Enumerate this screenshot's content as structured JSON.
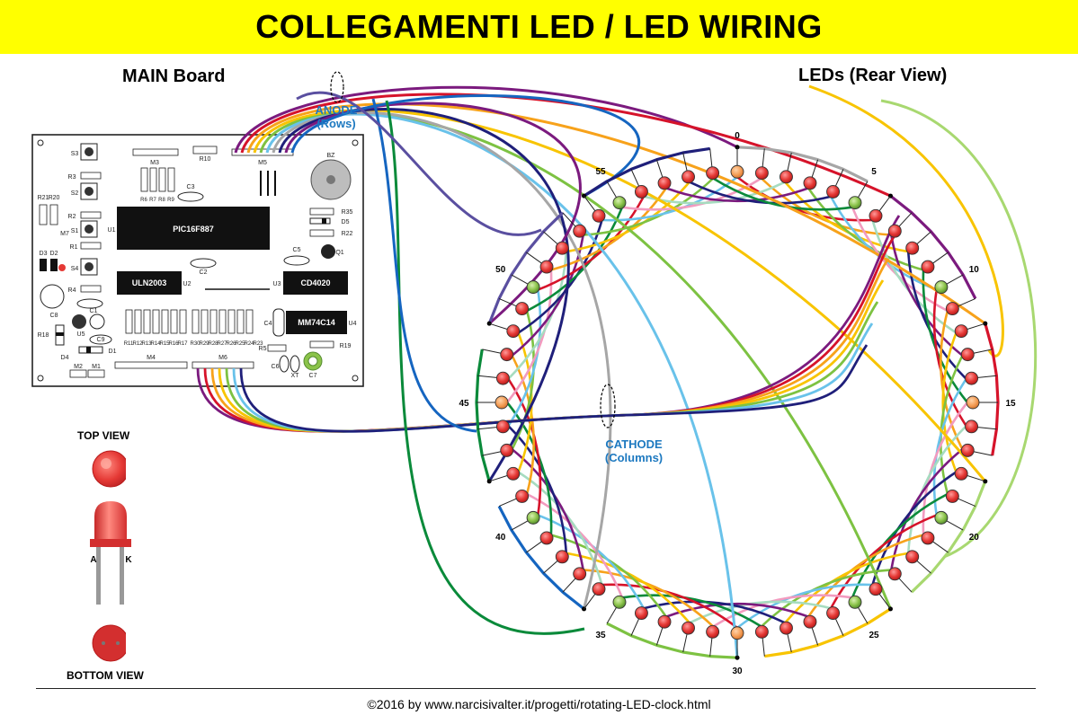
{
  "title": "COLLEGAMENTI LED / LED WIRING",
  "main_board_label": "MAIN Board",
  "leds_label": "LEDs (Rear View)",
  "anode": {
    "line1": "ANODE",
    "line2": "(Rows)"
  },
  "cathode": {
    "line1": "CATHODE",
    "line2": "(Columns)"
  },
  "top_view": "TOP VIEW",
  "bottom_view": "BOTTOM VIEW",
  "led_pins": {
    "anode": "A",
    "cathode": "K"
  },
  "led_numbers": [
    "0",
    "5",
    "10",
    "15",
    "20",
    "25",
    "30",
    "35",
    "40",
    "45",
    "50",
    "55"
  ],
  "board_components": {
    "mcu": "PIC16F887",
    "driver": "ULN2003",
    "counter": "CD4020",
    "inverter": "MM74C14",
    "buzzer": "BZ",
    "switches": [
      "S3",
      "S2",
      "S1",
      "S4"
    ],
    "small_labels": [
      "R10",
      "M3",
      "M5",
      "C3",
      "R3",
      "R2",
      "R1",
      "R4",
      "R21",
      "R20",
      "D3",
      "D2",
      "M7",
      "U1",
      "R35",
      "D5",
      "R22",
      "Q1",
      "C5",
      "C2",
      "U2",
      "U3",
      "C8",
      "C1",
      "C9",
      "U5",
      "R18",
      "D1",
      "D4",
      "C4",
      "R5",
      "R19",
      "C6",
      "XT",
      "C7",
      "M4",
      "M6",
      "M2",
      "M1",
      "U4",
      "R11",
      "R12",
      "R13",
      "R14",
      "R15",
      "R16",
      "R17",
      "R30",
      "R29",
      "R28",
      "R27",
      "R26",
      "R25",
      "R24",
      "R23",
      "R6",
      "R7",
      "R8",
      "R9"
    ]
  },
  "colors": {
    "banner": "#ffff00",
    "wire_red": "#d6132a",
    "wire_orange": "#f7a21b",
    "wire_yellow": "#f8c400",
    "wire_green": "#7dc242",
    "wire_lightblue": "#69c2ea",
    "wire_navy": "#1f1f7a",
    "wire_purple": "#7b1a7e",
    "wire_darkgreen": "#0a8a3a",
    "wire_blue": "#1565c0",
    "wire_gray": "#a6a6a6",
    "wire_lightgreen": "#a8d870",
    "wire_pink": "#f29bbf",
    "wire_mint": "#a6dcc0",
    "wire_violet": "#5a4fa0",
    "led_red": "#e53935",
    "led_green": "#8bc34a",
    "led_orange": "#f5a05a",
    "annotation_blue": "#1d79c0"
  },
  "footer": "©2016 by www.narcisivalter.it/progetti/rotating-LED-clock.html"
}
